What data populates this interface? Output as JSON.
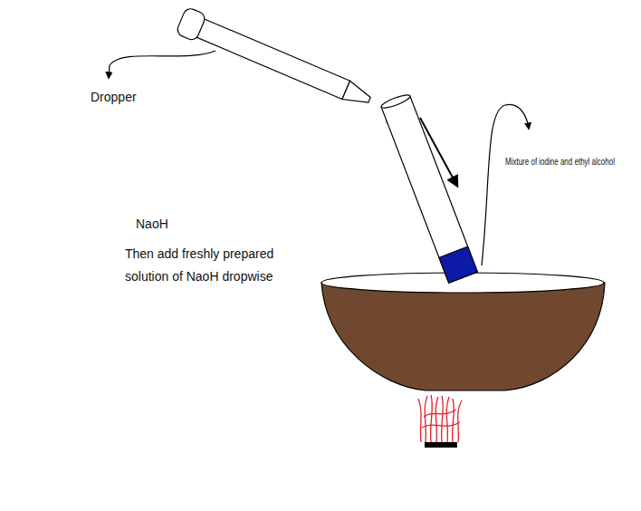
{
  "diagram": {
    "labels": [
      "Dropper",
      "Mixture of iodine and ethyl alcohol",
      "NaoH",
      "Then add freshly prepared solution of NaoH dropwise"
    ]
  }
}
